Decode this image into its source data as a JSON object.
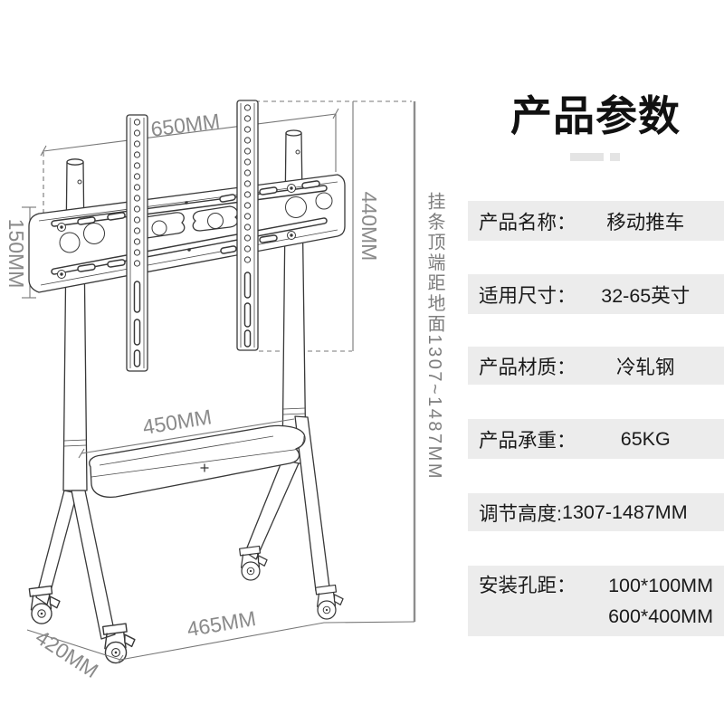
{
  "title": "产品参数",
  "diagram": {
    "dim_width_top": "650MM",
    "dim_plate_height": "150MM",
    "dim_bar_length": "440MM",
    "dim_shelf_width": "450MM",
    "dim_base_width": "465MM",
    "dim_base_depth": "420MM",
    "height_note": "挂条顶端距地面1307~1487MM"
  },
  "specs": {
    "rows": [
      {
        "label": "产品名称：",
        "value": "移动推车"
      },
      {
        "label": "适用尺寸：",
        "value": "32-65英寸"
      },
      {
        "label": "产品材质：",
        "value": "冷轧钢"
      },
      {
        "label": "产品承重：",
        "value": "65KG"
      },
      {
        "label": "调节高度:",
        "value": "1307-1487MM"
      },
      {
        "label": "安装孔距：",
        "value": "100*100MM",
        "value2": "600*400MM"
      }
    ]
  },
  "colors": {
    "row_background": "#ececec",
    "dimension_text": "#8a8a8a",
    "drawing_line": "#383838",
    "title_text": "#111111"
  }
}
